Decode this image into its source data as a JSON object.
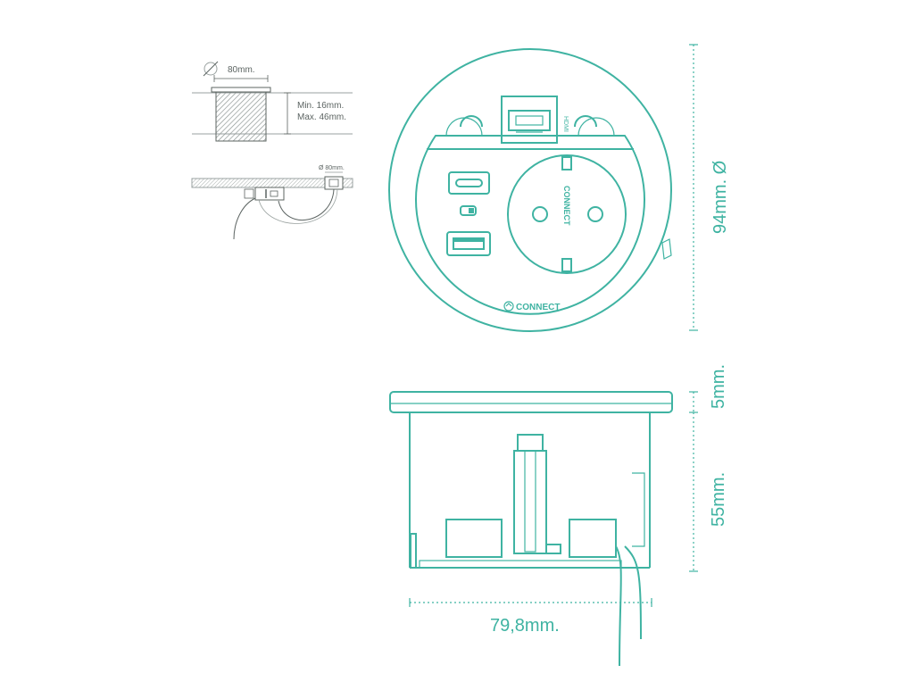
{
  "colors": {
    "primary": "#3fb3a2",
    "line_grey": "#9aa2a0",
    "text_grey": "#5c6462",
    "background": "#ffffff"
  },
  "small_top": {
    "diameter_symbol": "Ø",
    "diameter_label": "80mm.",
    "min_thickness": "Min. 16mm.",
    "max_thickness": "Max. 46mm."
  },
  "small_install": {
    "diameter_label": "Ø 80mm."
  },
  "top_view": {
    "vertical_dimension": "94mm. Ø",
    "brand": "CONNECT",
    "brand_vertical": "CONNECT",
    "hdmi_label": "HDMI",
    "icons": [
      "usb-c-port-icon",
      "indicator-led-icon",
      "usb-a-port-icon",
      "schuko-socket-icon",
      "hdmi-port-icon"
    ]
  },
  "side_view": {
    "top_height": "5mm.",
    "body_height": "55mm.",
    "width": "79,8mm."
  }
}
